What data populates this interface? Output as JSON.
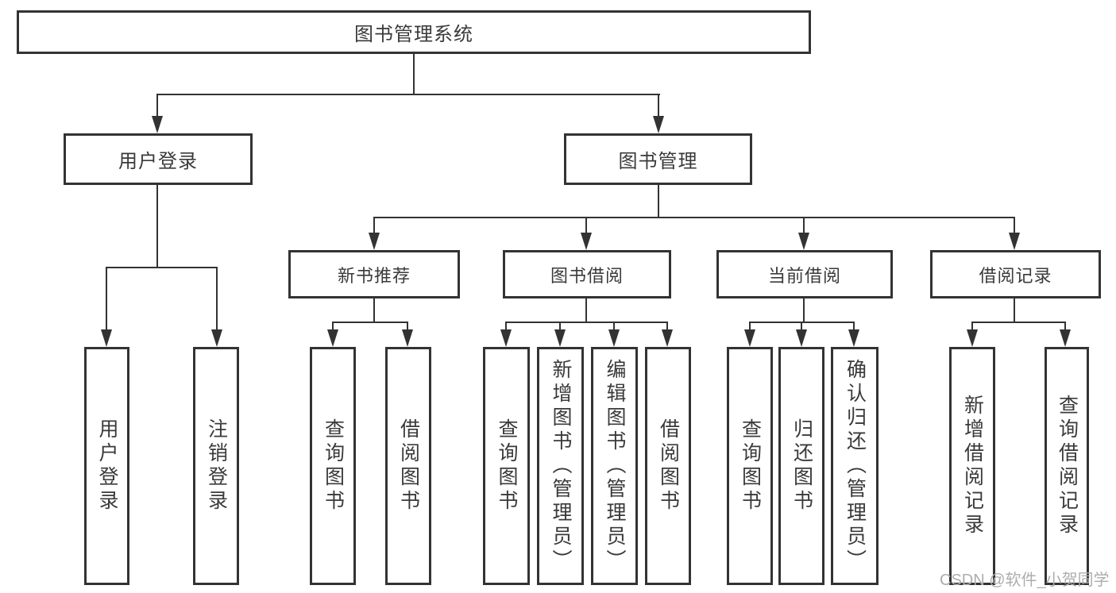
{
  "diagram": {
    "title": "图书管理系统",
    "root": {
      "label": "图书管理系统"
    },
    "branches": [
      {
        "label": "用户登录",
        "children": [
          "用户登录",
          "注销登录"
        ]
      },
      {
        "label": "图书管理",
        "modules": [
          {
            "label": "新书推荐",
            "children": [
              "查询图书",
              "借阅图书"
            ]
          },
          {
            "label": "图书借阅",
            "children": [
              "查询图书",
              "新增图书（管理员）",
              "编辑图书（管理员）",
              "借阅图书"
            ]
          },
          {
            "label": "当前借阅",
            "children": [
              "查询图书",
              "归还图书",
              "确认归还（管理员）"
            ]
          },
          {
            "label": "借阅记录",
            "children": [
              "新增借阅记录",
              "查询借阅记录"
            ]
          }
        ]
      }
    ]
  },
  "watermark": {
    "text": "CSDN @软件_小贺同学"
  },
  "colors": {
    "line": "#333333",
    "text": "#3a3a3a",
    "background": "#ffffff",
    "watermark": "#adadad"
  }
}
